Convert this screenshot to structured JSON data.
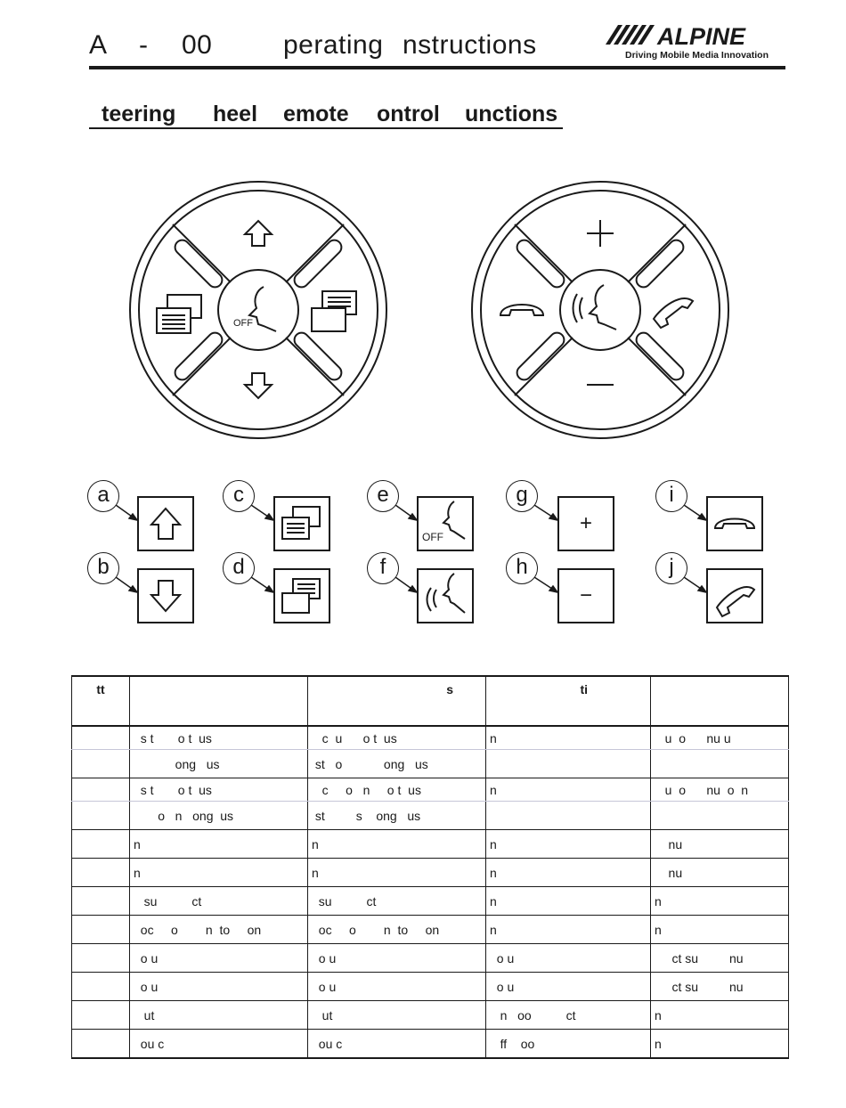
{
  "header": {
    "part_a": "A",
    "part_b": "-",
    "part_c": "00",
    "part_d": "perating",
    "part_e": "nstructions",
    "logo": {
      "brand": "ALPINE",
      "tagline": "Driving Mobile Media Innovation"
    }
  },
  "section": {
    "w1": "teering",
    "w2": "heel",
    "w3": "emote",
    "w4": "ontrol",
    "w5": "unctions"
  },
  "wheel_left": {
    "center_label": "OFF"
  },
  "keys": [
    {
      "letter": "a",
      "icon": "arrow-up-icon"
    },
    {
      "letter": "b",
      "icon": "arrow-down-icon"
    },
    {
      "letter": "c",
      "icon": "screen-back-icon"
    },
    {
      "letter": "d",
      "icon": "screen-forward-icon"
    },
    {
      "letter": "e",
      "icon": "voice-off-icon",
      "label": "OFF"
    },
    {
      "letter": "f",
      "icon": "voice-talk-icon"
    },
    {
      "letter": "g",
      "icon": "plus-icon",
      "label": "+"
    },
    {
      "letter": "h",
      "icon": "minus-icon",
      "label": "−"
    },
    {
      "letter": "i",
      "icon": "hang-up-icon"
    },
    {
      "letter": "j",
      "icon": "pick-up-icon"
    }
  ],
  "table": {
    "headers": [
      "tt",
      "",
      "s",
      "ti",
      ""
    ],
    "rows": [
      [
        "",
        "  s t       o t  us",
        "   c  u      o t  us",
        "n",
        "   u  o      nu u"
      ],
      [
        "",
        "            ong   us",
        " st   o            ong   us",
        "",
        ""
      ],
      [
        "",
        "  s t       o t  us",
        "   c     o   n     o t  us",
        "n",
        "   u  o      nu  o  n"
      ],
      [
        "",
        "       o   n   ong  us",
        " st         s    ong   us",
        "",
        ""
      ],
      [
        "",
        "n",
        "n",
        "n",
        "    nu"
      ],
      [
        "",
        "n",
        "n",
        "n",
        "    nu"
      ],
      [
        "",
        "   su          ct",
        "  su          ct",
        "n",
        "n"
      ],
      [
        "",
        "  oc     o        n  to     on",
        "  oc     o        n  to     on",
        "n",
        "n"
      ],
      [
        "",
        "  o u",
        "  o u",
        "  o u",
        "     ct su         nu"
      ],
      [
        "",
        "  o u",
        "  o u",
        "  o u",
        "     ct su         nu"
      ],
      [
        "",
        "   ut",
        "   ut",
        "   n   oo          ct",
        "n"
      ],
      [
        "",
        "  ou c",
        "  ou c",
        "   ff    oo",
        "n"
      ]
    ]
  }
}
